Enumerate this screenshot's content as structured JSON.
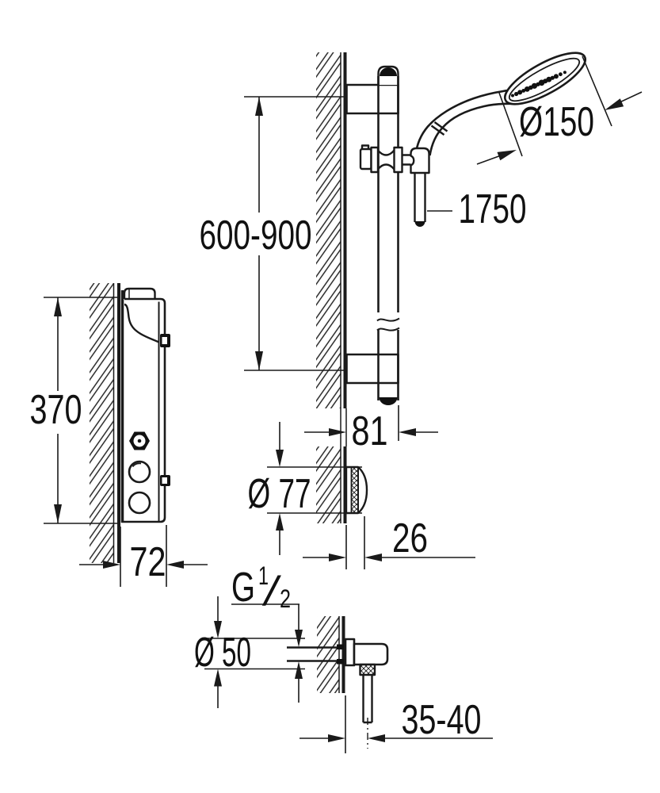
{
  "meta": {
    "background": "#ffffff",
    "line_color": "#1a1a1a",
    "drawing_type": "technical installation dimension drawing",
    "subject": "shower rail set with hand shower, concealed panel, flow knob and wall outlet elbow"
  },
  "labels": {
    "rail_height": "600-900",
    "head_diameter": "Ø150",
    "hose_length": "1750",
    "panel_height": "370",
    "bar_offset": "81",
    "knob_diameter": "Ø 77",
    "knob_depth": "26",
    "panel_depth": "72",
    "thread_g": "G",
    "thread_num": "1",
    "thread_slash": "/",
    "thread_den": "2",
    "outlet_diameter": "Ø 50",
    "outlet_offset": "35-40"
  }
}
